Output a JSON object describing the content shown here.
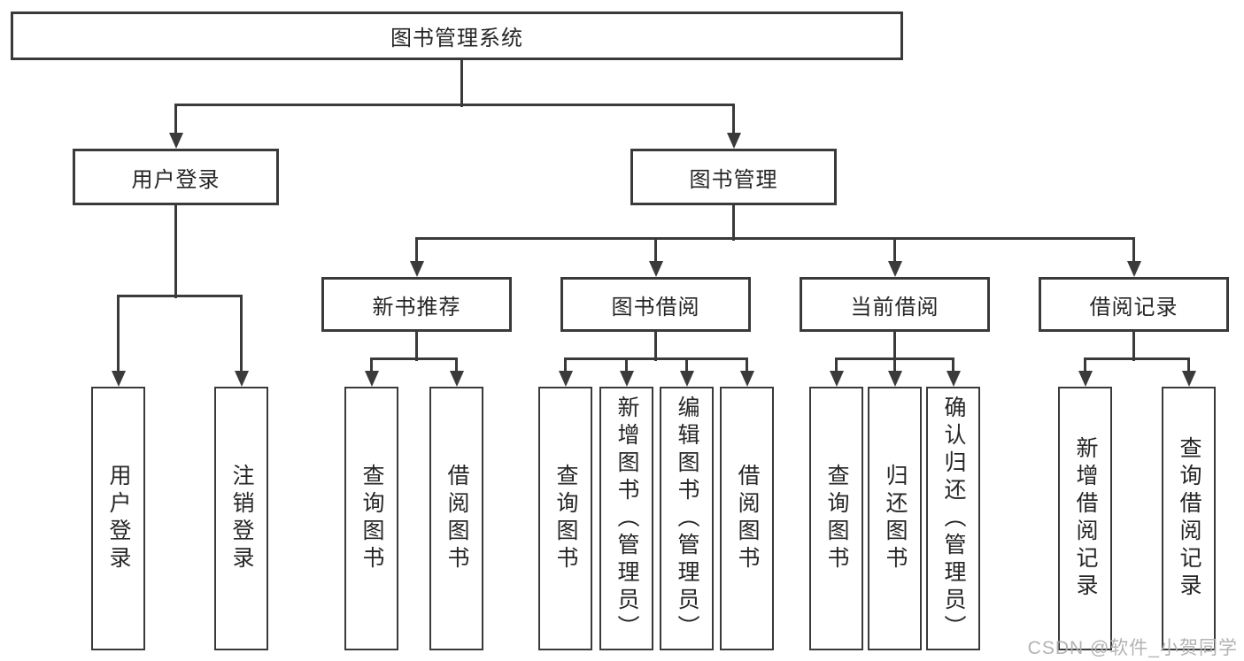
{
  "diagram_title": "图书管理系统",
  "tree": {
    "root": {
      "label": "图书管理系统"
    },
    "branches": [
      {
        "label": "用户登录",
        "children": [
          {
            "label": "用户登录"
          },
          {
            "label": "注销登录"
          }
        ]
      },
      {
        "label": "图书管理",
        "children": [
          {
            "label": "新书推荐",
            "children": [
              {
                "label": "查询图书"
              },
              {
                "label": "借阅图书"
              }
            ]
          },
          {
            "label": "图书借阅",
            "children": [
              {
                "label": "查询图书"
              },
              {
                "label": "新增图书（管理员）"
              },
              {
                "label": "编辑图书（管理员）"
              },
              {
                "label": "借阅图书"
              }
            ]
          },
          {
            "label": "当前借阅",
            "children": [
              {
                "label": "查询图书"
              },
              {
                "label": "归还图书"
              },
              {
                "label": "确认归还（管理员）"
              }
            ]
          },
          {
            "label": "借阅记录",
            "children": [
              {
                "label": "新增借阅记录"
              },
              {
                "label": "查询借阅记录"
              }
            ]
          }
        ]
      }
    ]
  },
  "watermark": "CSDN @软件_小贺同学",
  "colors": {
    "line": "#3a3a3a",
    "text": "#262626",
    "watermark": "#afafaf",
    "background": "#ffffff"
  }
}
